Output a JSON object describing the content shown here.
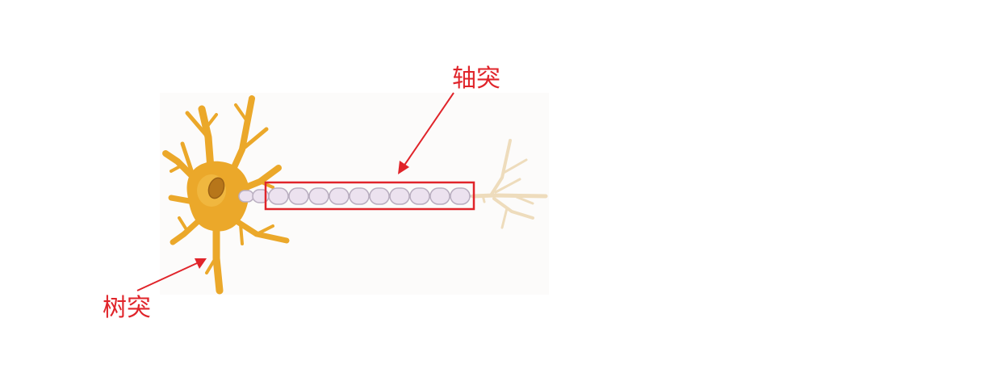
{
  "labels": {
    "axon": "轴突",
    "dendrite": "树突"
  },
  "colors": {
    "annotation": "#e0242a",
    "cell_body": "#eba82a",
    "cell_body_light": "#f4c24e",
    "nucleus": "#b7761a",
    "myelin_fill": "#ece2ef",
    "myelin_stroke": "#b9aec0",
    "axon_terminal": "#eedcbc",
    "background_panel": "#fcfbfa"
  },
  "icons": {
    "arrow_style": "thin-line-with-solid-head",
    "highlight_box": "red-outline-rectangle"
  }
}
